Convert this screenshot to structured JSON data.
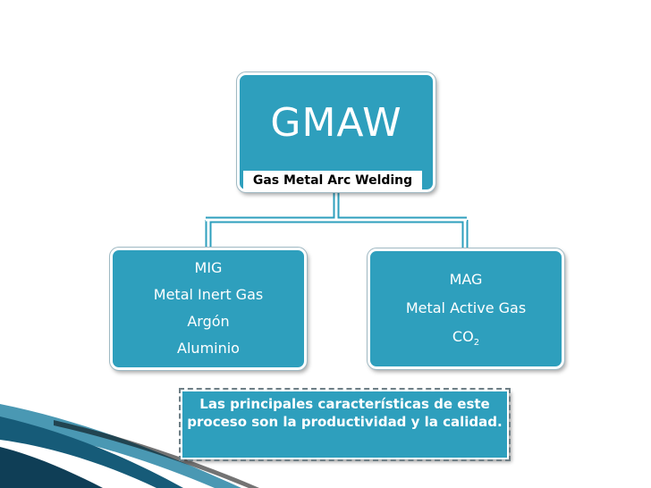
{
  "root": {
    "title": "GMAW",
    "subtitle": "Gas Metal Arc Welding"
  },
  "children": [
    {
      "lines": [
        "MIG",
        "Metal Inert Gas",
        "Argón",
        "Aluminio"
      ]
    },
    {
      "lines": [
        "MAG",
        "Metal Active Gas"
      ],
      "formula": {
        "base": "CO",
        "sub": "2"
      }
    }
  ],
  "note": "Las principales características de este proceso son la productividad y la calidad.",
  "colors": {
    "box": "#2e9fbd",
    "connector": "#2e9fbd",
    "swoosh": "#1f5f7a"
  }
}
